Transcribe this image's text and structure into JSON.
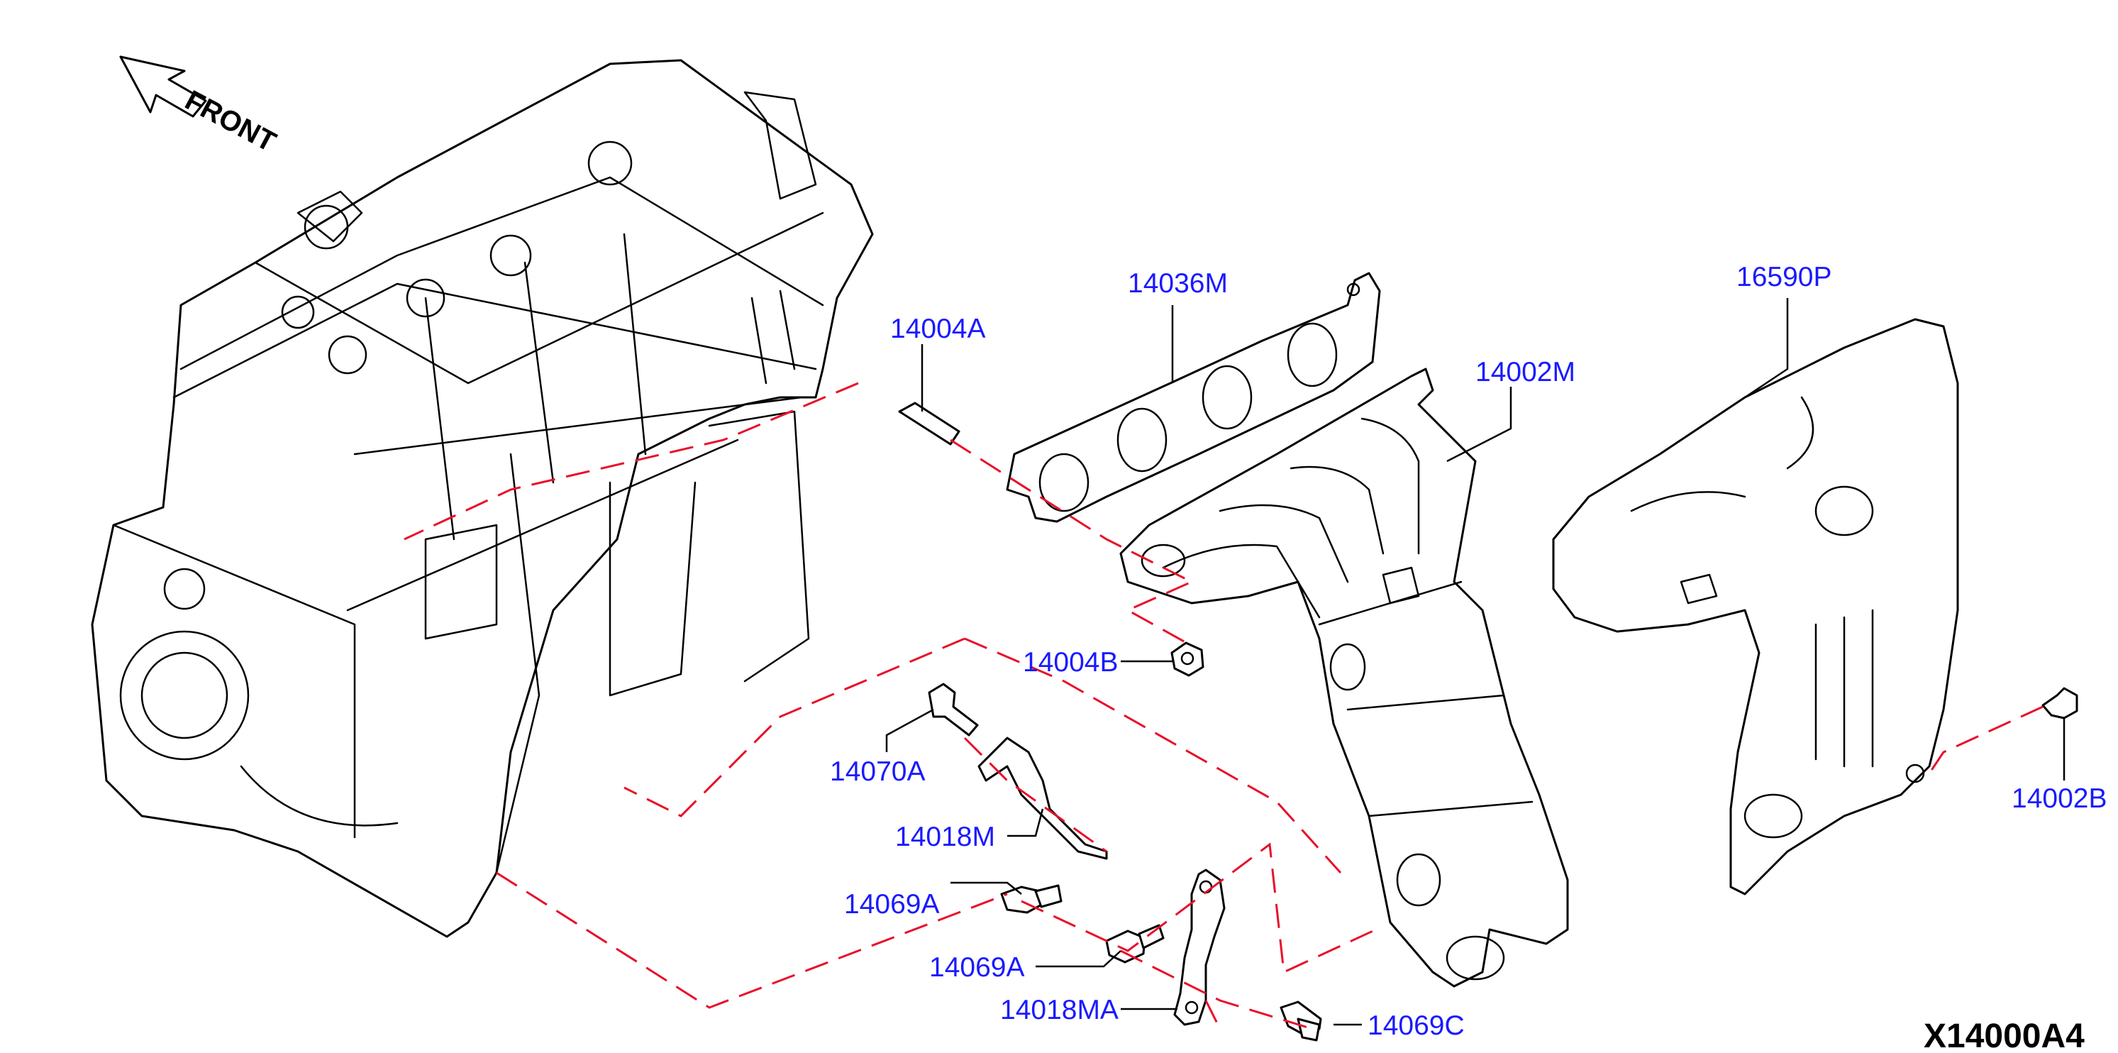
{
  "diagram": {
    "direction_label": "FRONT",
    "diagram_code": "X14000A4",
    "parts": [
      {
        "id": "14036M",
        "icon": "gasket-icon"
      },
      {
        "id": "14004A",
        "icon": "stud-icon"
      },
      {
        "id": "14002M",
        "icon": "exhaust-manifold-icon"
      },
      {
        "id": "16590P",
        "icon": "heat-shield-icon"
      },
      {
        "id": "14004B",
        "icon": "nut-icon"
      },
      {
        "id": "14070A",
        "icon": "bolt-icon"
      },
      {
        "id": "14018M",
        "icon": "bracket-icon"
      },
      {
        "id": "14069A",
        "icon": "bolt-icon"
      },
      {
        "id": "14069A",
        "icon": "bolt-icon"
      },
      {
        "id": "14018MA",
        "icon": "bracket-icon"
      },
      {
        "id": "14069C",
        "icon": "bolt-icon"
      },
      {
        "id": "14002B",
        "icon": "bolt-icon"
      }
    ],
    "colors": {
      "label": "#1a1aff",
      "line": "#000000",
      "dash": "#e8102a"
    }
  }
}
